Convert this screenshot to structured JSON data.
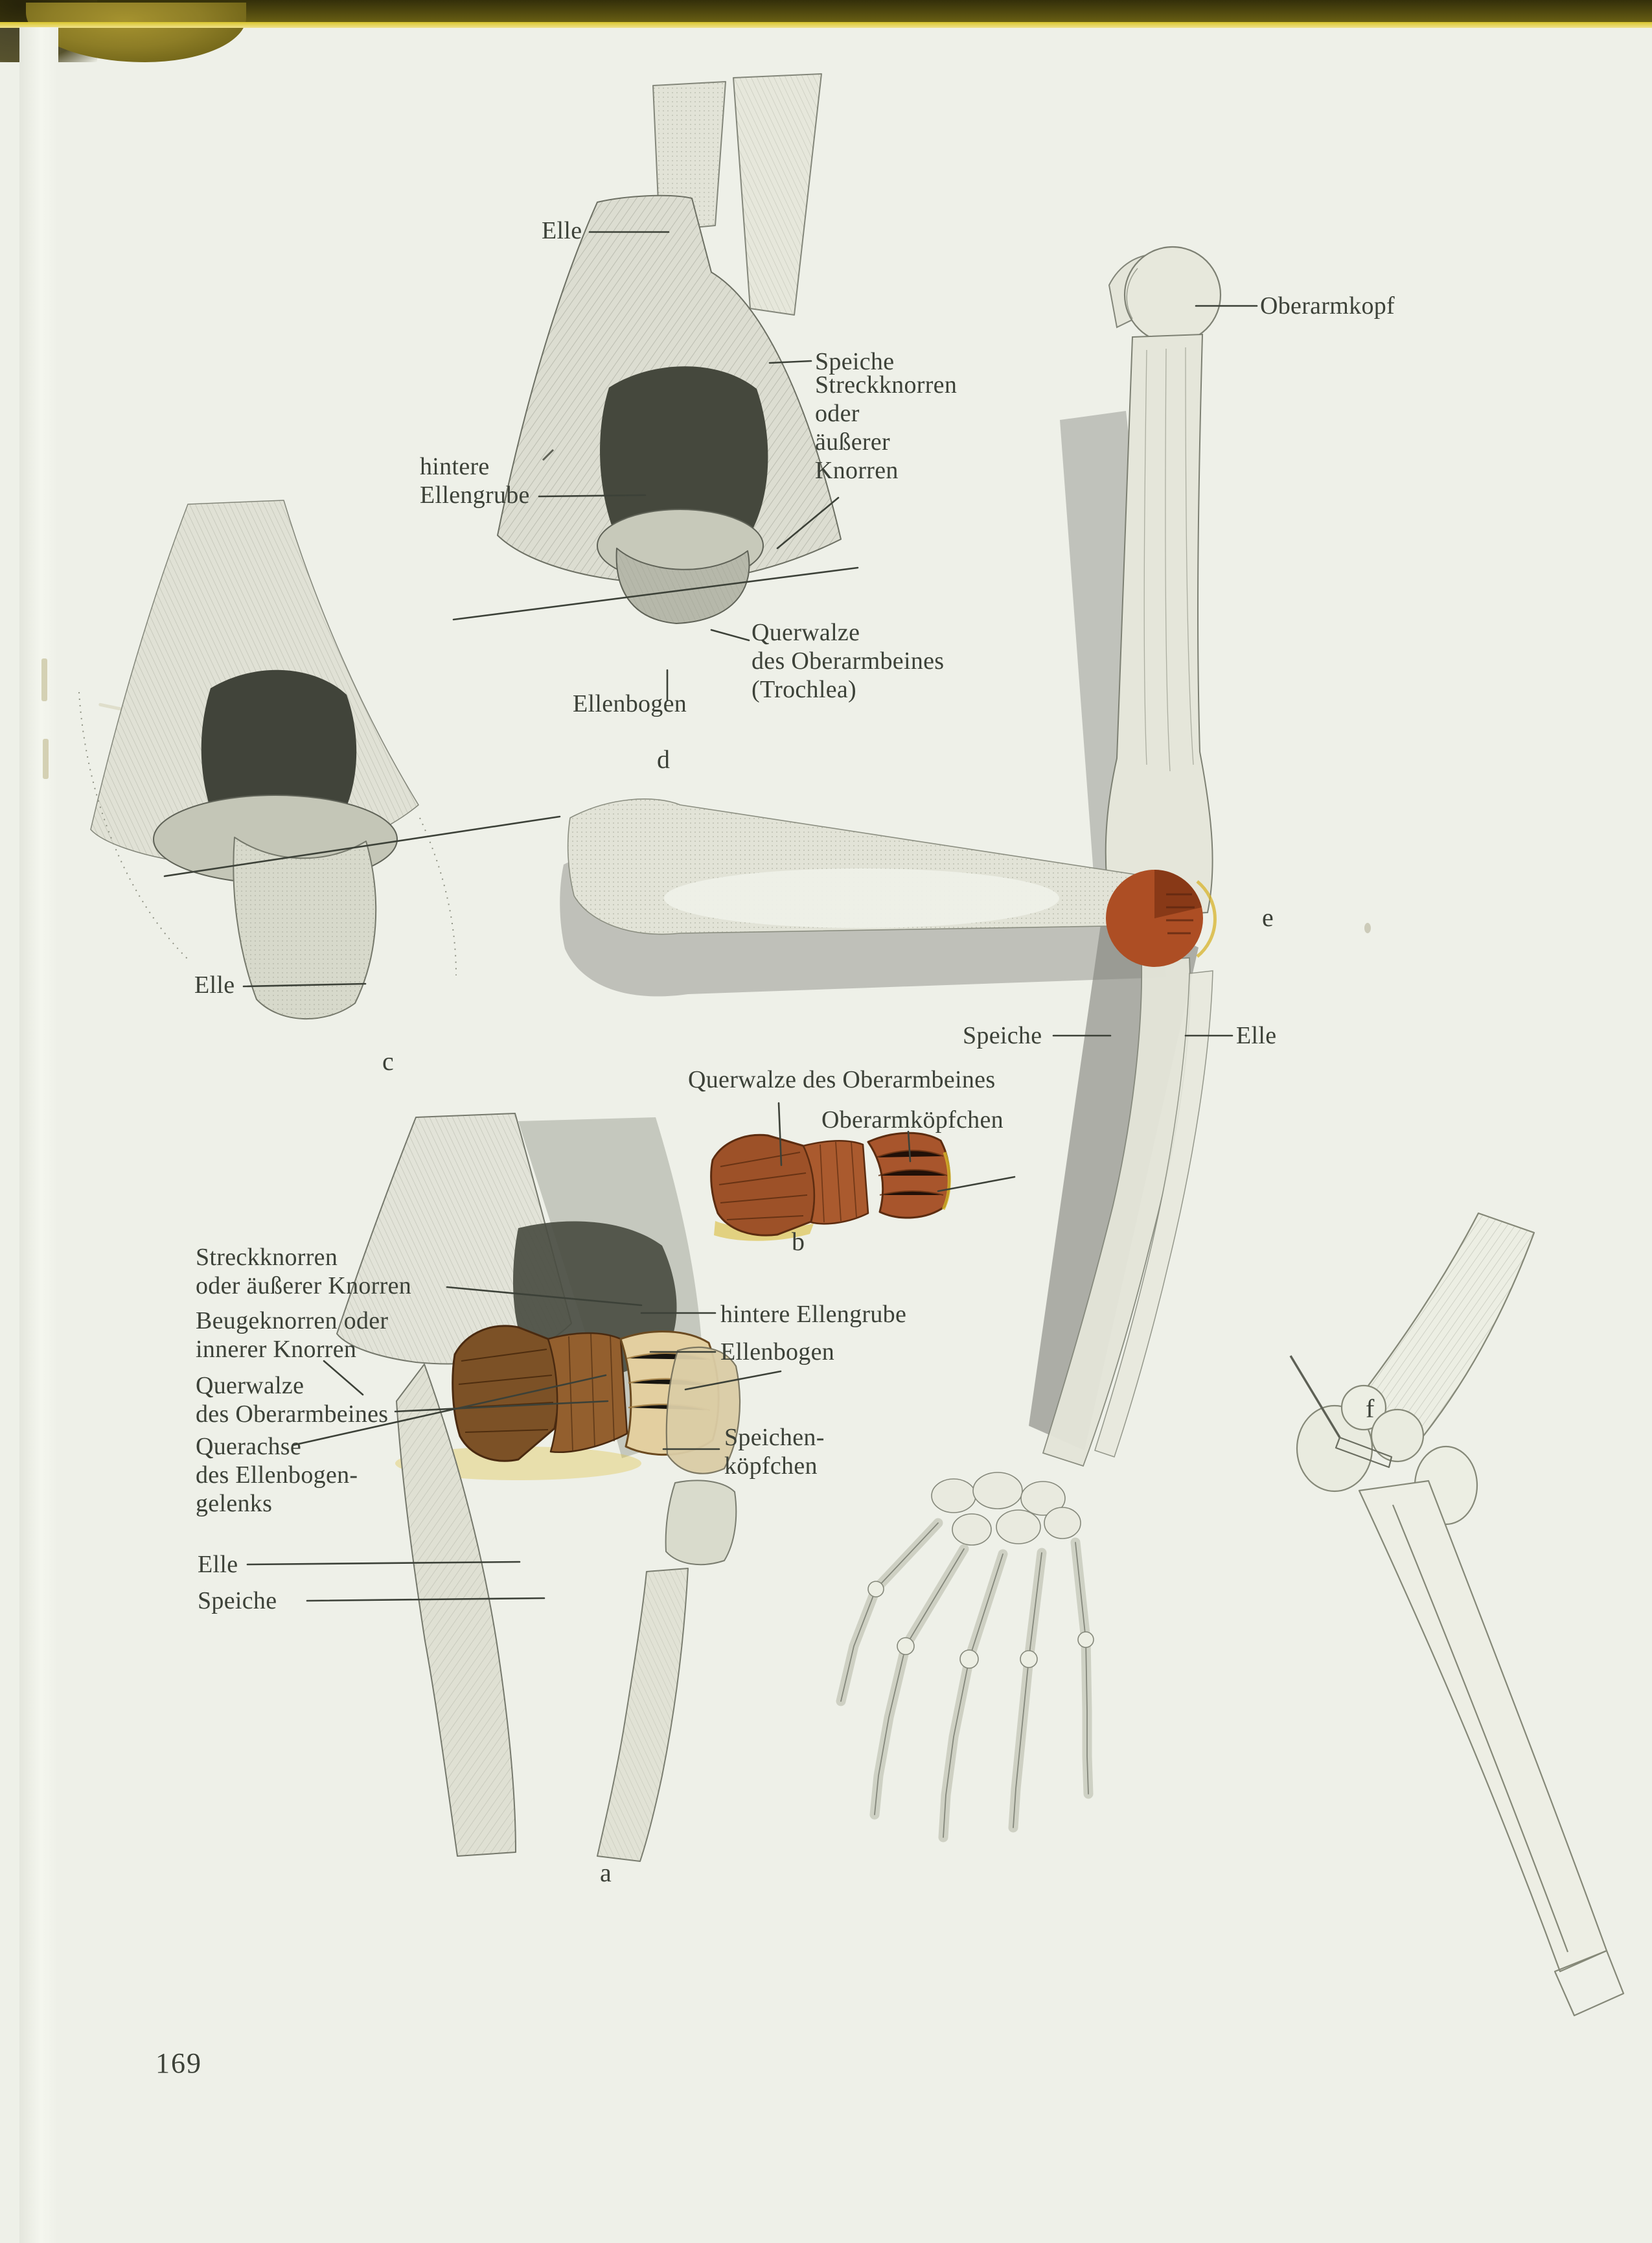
{
  "page": {
    "number": "169"
  },
  "figure_letters": {
    "a": "a",
    "b": "b",
    "c": "c",
    "d": "d",
    "e": "e",
    "f": "f"
  },
  "labels": {
    "elle_d": "Elle",
    "speiche_d": "Speiche",
    "streckknorren_d": "Streckknorren\noder\näußerer\nKnorren",
    "hintere_ellengrube_d": "hintere\nEllengrube",
    "querwalze_trochlea_d": "Querwalze\ndes Oberarmbeines\n(Trochlea)",
    "ellenbogen_d": "Ellenbogen",
    "elle_c": "Elle",
    "oberarmkopf_e": "Oberarmkopf",
    "speiche_e": "Speiche",
    "elle_e": "Elle",
    "querwalze_b": "Querwalze des Oberarmbeines",
    "oberarmkoepfchen_b": "Oberarmköpfchen",
    "streckknorren_a": "Streckknorren\noder äußerer Knorren",
    "beugeknorren_a": "Beugeknorren oder\ninnerer Knorren",
    "querwalze_a": "Querwalze\ndes Oberarmbeines",
    "querachse_a": "Querachse\ndes Ellenbogen-\ngelenks",
    "hintere_ellengrube_a": "hintere Ellengrube",
    "ellenbogen_a": "Ellenbogen",
    "speichenkoepfchen_a": "Speichen-\nköpfchen",
    "elle_a": "Elle",
    "speiche_a": "Speiche"
  },
  "colors": {
    "paper": "#eef0e8",
    "ink": "#3c4138",
    "pencil": "#787b6e",
    "accent_orange": "#ad4e24",
    "trochlea_brown": "#8a5a30",
    "capitulum_cream": "#e3cfa0",
    "edge_olive": "#55500f",
    "edge_yellow": "#d9c52f"
  }
}
